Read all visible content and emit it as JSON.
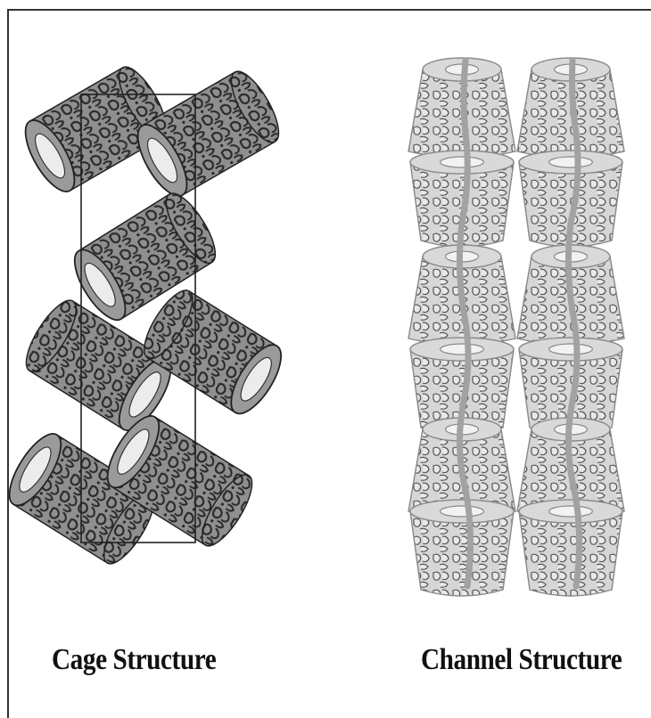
{
  "figure": {
    "panels": [
      {
        "id": "cage",
        "caption": "Cage Structure"
      },
      {
        "id": "channel",
        "caption": "Channel Structure"
      }
    ],
    "colors": {
      "frame": "#333333",
      "cage_fill": "#8f8f8f",
      "cage_pattern": "#2a2a2a",
      "cage_inner": "#e6e6e6",
      "channel_fill": "#d3d3d3",
      "channel_pattern": "#555555",
      "thread": "#a2a2a2"
    },
    "icons": [
      "cyclodextrin-cylinder",
      "unit-cell-rectangle",
      "polymer-thread"
    ]
  }
}
